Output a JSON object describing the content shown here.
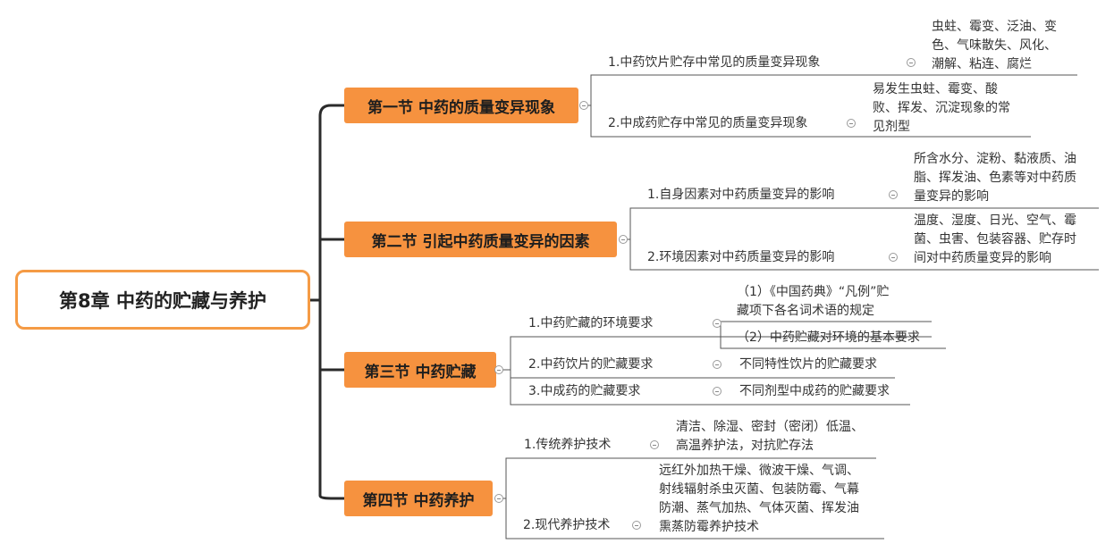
{
  "root": {
    "title": "第8章 中药的贮藏与养护"
  },
  "sections": [
    {
      "title": "第一节 中药的质量变异现象",
      "items": [
        {
          "label": "1.中药饮片贮存中常见的质量变异现象",
          "detail_lines": [
            "虫蛀、霉变、泛油、变",
            "色、气味散失、风化、",
            "潮解、粘连、腐烂"
          ]
        },
        {
          "label": "2.中成药贮存中常见的质量变异现象",
          "detail_lines": [
            "易发生虫蛀、霉变、酸",
            "败、挥发、沉淀现象的常",
            "见剂型"
          ]
        }
      ]
    },
    {
      "title": "第二节 引起中药质量变异的因素",
      "items": [
        {
          "label": "1.自身因素对中药质量变异的影响",
          "detail_lines": [
            "所含水分、淀粉、黏液质、油",
            "脂、挥发油、色素等对中药质",
            "量变异的影响"
          ]
        },
        {
          "label": "2.环境因素对中药质量变异的影响",
          "detail_lines": [
            "温度、湿度、日光、空气、霉",
            "菌、虫害、包装容器、贮存时",
            "间对中药质量变异的影响"
          ]
        }
      ]
    },
    {
      "title": "第三节 中药贮藏",
      "items": [
        {
          "label": "1.中药贮藏的环境要求",
          "details": [
            {
              "lines": [
                "（1）《中国药典》“凡例”贮",
                "藏项下各名词术语的规定"
              ]
            },
            {
              "lines": [
                "（2）中药贮藏对环境的基本要求"
              ]
            }
          ]
        },
        {
          "label": "2.中药饮片的贮藏要求",
          "detail_lines": [
            "不同特性饮片的贮藏要求"
          ]
        },
        {
          "label": "3.中成药的贮藏要求",
          "detail_lines": [
            "不同剂型中成药的贮藏要求"
          ]
        }
      ]
    },
    {
      "title": "第四节 中药养护",
      "items": [
        {
          "label": "1.传统养护技术",
          "detail_lines": [
            "清洁、除湿、密封（密闭）低温、",
            "高温养护法，对抗贮存法"
          ]
        },
        {
          "label": "2.现代养护技术",
          "detail_lines": [
            "远红外加热干燥、微波干燥、气调、",
            "射线辐射杀虫灭菌、包装防霉、气幕",
            "防潮、蒸气加热、气体灭菌、挥发油",
            "熏蒸防霉养护技术"
          ]
        }
      ]
    }
  ],
  "colors": {
    "accent": "#f6923f",
    "root_border": "#f59b45",
    "connector": "#2b2b2b",
    "line": "#555555"
  }
}
